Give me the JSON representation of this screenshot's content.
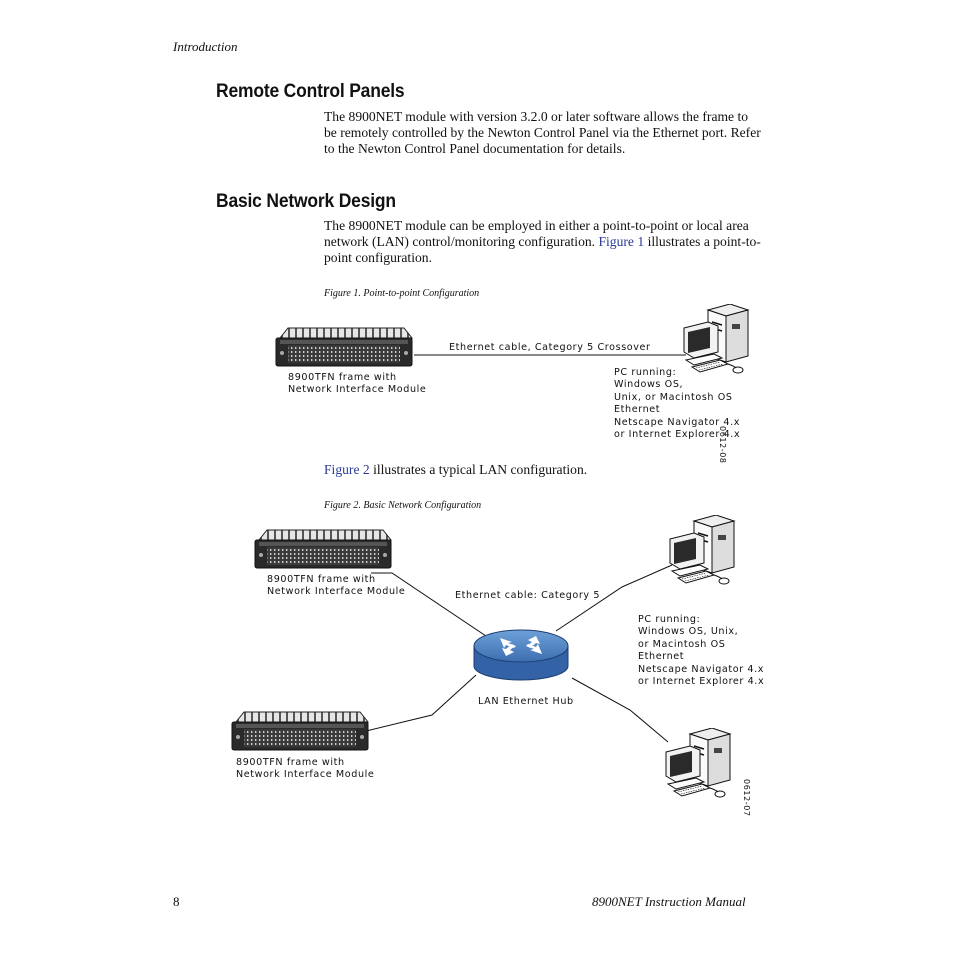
{
  "header": {
    "section": "Introduction"
  },
  "remote": {
    "title": "Remote Control Panels",
    "body": "The 8900NET module with version 3.2.0 or later software allows the frame to be remotely controlled by the Newton Control Panel via the Ethernet port. Refer to the Newton Control Panel documentation for details."
  },
  "basic": {
    "title": "Basic Network Design",
    "body_before": "The 8900NET module can be employed in either a point-to-point or local area network (LAN) control/monitoring configuration.",
    "body_link": "Figure 1",
    "body_after": "illustrates a point-to-point configuration."
  },
  "figure1": {
    "caption": "Figure 1.  Point-to-point Configuration",
    "cable_label": "Ethernet cable, Category 5 Crossover",
    "frame_label_1": "8900TFN frame with",
    "frame_label_2": "Network Interface Module",
    "pc_label": "PC running:\nWindows OS,\nUnix, or Macintosh OS\nEthernet\nNetscape Navigator 4.x\nor Internet Explorer 4.x",
    "code": "0612-08"
  },
  "lan_intro": {
    "link": "Figure 2",
    "text": "illustrates a typical LAN configuration."
  },
  "figure2": {
    "caption": "Figure 2.  Basic Network Configuration",
    "frame_a_1": "8900TFN frame with",
    "frame_a_2": "Network Interface Module",
    "frame_b_1": "8900TFN frame with",
    "frame_b_2": "Network Interface Module",
    "cable_label": "Ethernet cable: Category 5",
    "hub_label": "LAN Ethernet Hub",
    "pc_label": "PC running:\nWindows OS, Unix,\nor Macintosh OS\nEthernet\nNetscape Navigator 4.x\nor Internet Explorer 4.x",
    "code": "0612-07"
  },
  "footer": {
    "page": "8",
    "manual": "8900NET  Instruction Manual"
  }
}
